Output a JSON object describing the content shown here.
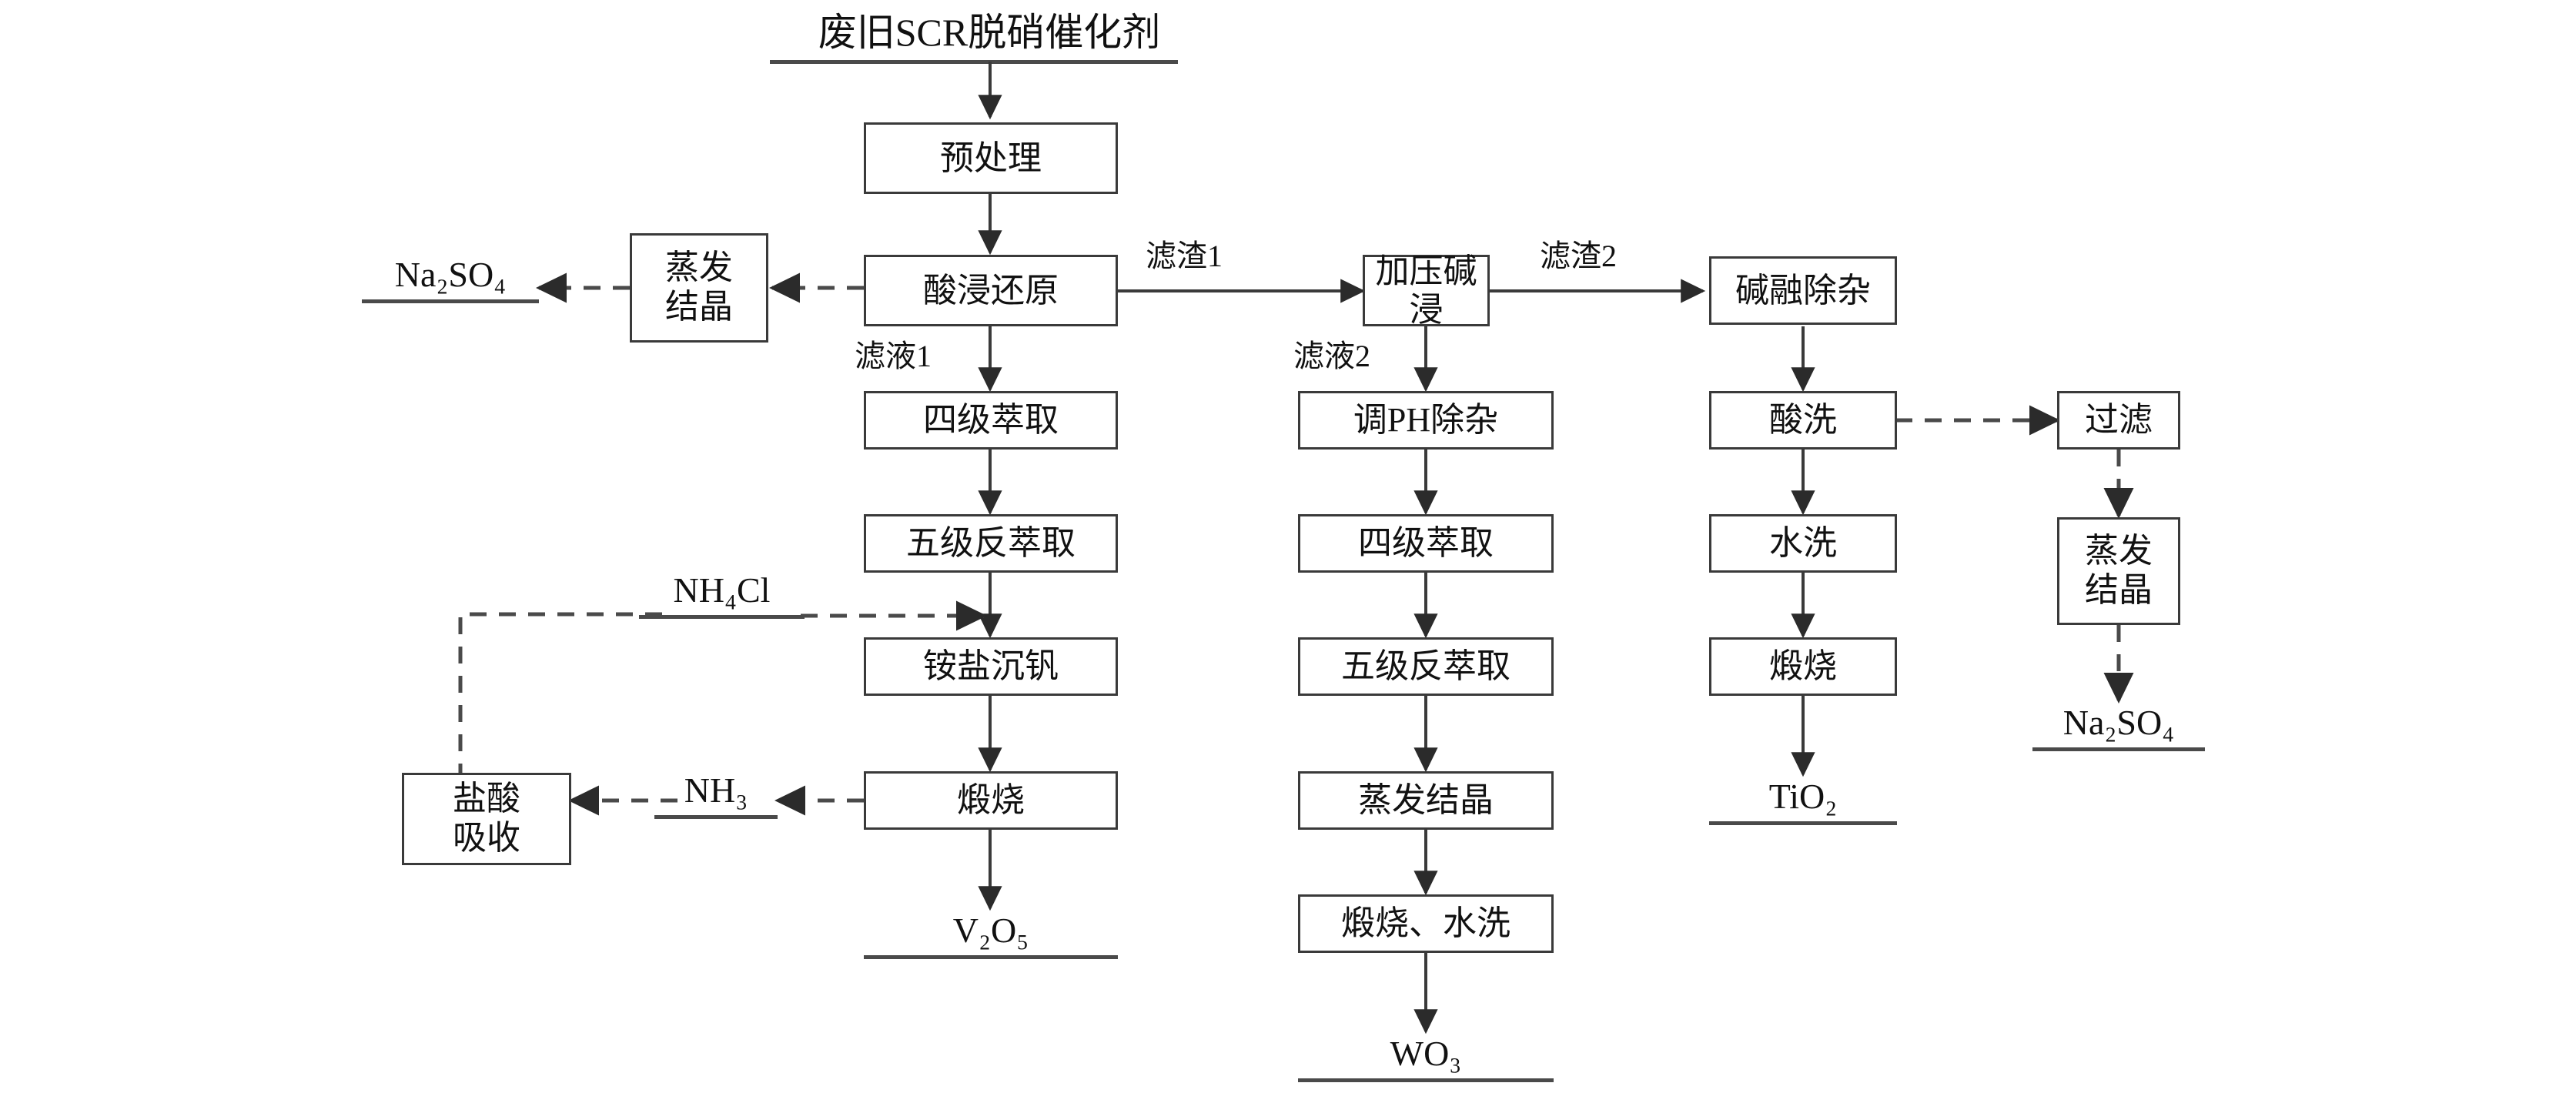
{
  "diagram": {
    "title": "废旧SCR脱硝催化剂",
    "colors": {
      "line": "#3a3a3a",
      "rule": "#4a4a4a",
      "text": "#111111",
      "background": "#ffffff"
    },
    "nodes": {
      "pretreat": "预处理",
      "acid_leach_reduce": "酸浸还原",
      "evap_cryst_left_1": "蒸发",
      "evap_cryst_left_2": "结晶",
      "quad_extract_left": "四级萃取",
      "penta_strip_left": "五级反萃取",
      "ammonium_precip_v": "铵盐沉钒",
      "calcine_left": "煅烧",
      "hcl_absorb_1": "盐酸",
      "hcl_absorb_2": "吸收",
      "pressure_alkali_leach": "加压碱浸",
      "adjust_ph": "调PH除杂",
      "quad_extract_mid": "四级萃取",
      "penta_strip_mid": "五级反萃取",
      "evap_cryst_mid": "蒸发结晶",
      "calcine_wash_mid": "煅烧、水洗",
      "alkali_fusion": "碱融除杂",
      "acid_wash": "酸洗",
      "water_wash": "水洗",
      "calcine_right": "煅烧",
      "filter": "过滤",
      "evap_cryst_right_1": "蒸发",
      "evap_cryst_right_2": "结晶"
    },
    "edge_labels": {
      "residue1": "滤渣1",
      "residue2": "滤渣2",
      "filtrate1": "滤液1",
      "filtrate2": "滤液2"
    },
    "terminals": {
      "na2so4_left": "Na₂SO₄",
      "na2so4_right": "Na₂SO₄",
      "nh4cl": "NH₄Cl",
      "nh3": "NH₃",
      "v2o5": "V₂O₅",
      "wo3": "WO₃",
      "tio2": "TiO₂"
    }
  }
}
